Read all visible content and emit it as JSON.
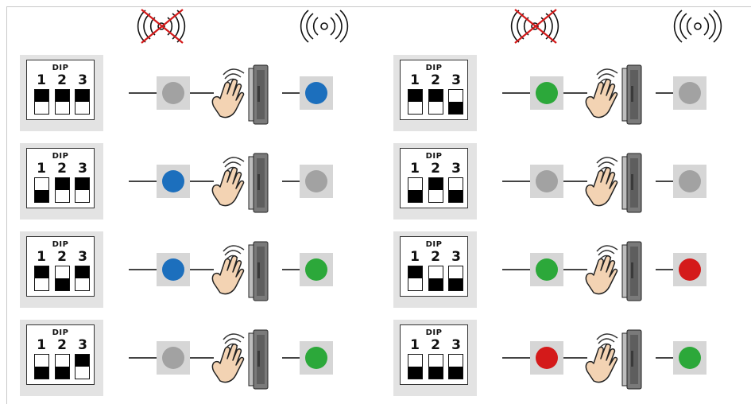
{
  "colors": {
    "grey": "#a2a2a2",
    "blue": "#1c6fbd",
    "green": "#2ca83a",
    "red": "#d41a1a"
  },
  "header": {
    "crossed_icon": "signal-crossed-icon",
    "signal_icon": "signal-icon"
  },
  "dip": {
    "title": "DIP",
    "numbers": [
      "1",
      "2",
      "3"
    ]
  },
  "rows": [
    {
      "switches": [
        "up",
        "up",
        "up"
      ],
      "left": "grey",
      "right": "blue"
    },
    {
      "switches": [
        "down",
        "up",
        "up"
      ],
      "left": "blue",
      "right": "grey"
    },
    {
      "switches": [
        "up",
        "down",
        "up"
      ],
      "left": "blue",
      "right": "green"
    },
    {
      "switches": [
        "down",
        "down",
        "up"
      ],
      "left": "grey",
      "right": "green"
    },
    {
      "switches": [
        "up",
        "up",
        "down"
      ],
      "left": "green",
      "right": "grey"
    },
    {
      "switches": [
        "down",
        "up",
        "down"
      ],
      "left": "grey",
      "right": "grey"
    },
    {
      "switches": [
        "up",
        "down",
        "down"
      ],
      "left": "green",
      "right": "red"
    },
    {
      "switches": [
        "down",
        "down",
        "down"
      ],
      "left": "red",
      "right": "green"
    }
  ]
}
